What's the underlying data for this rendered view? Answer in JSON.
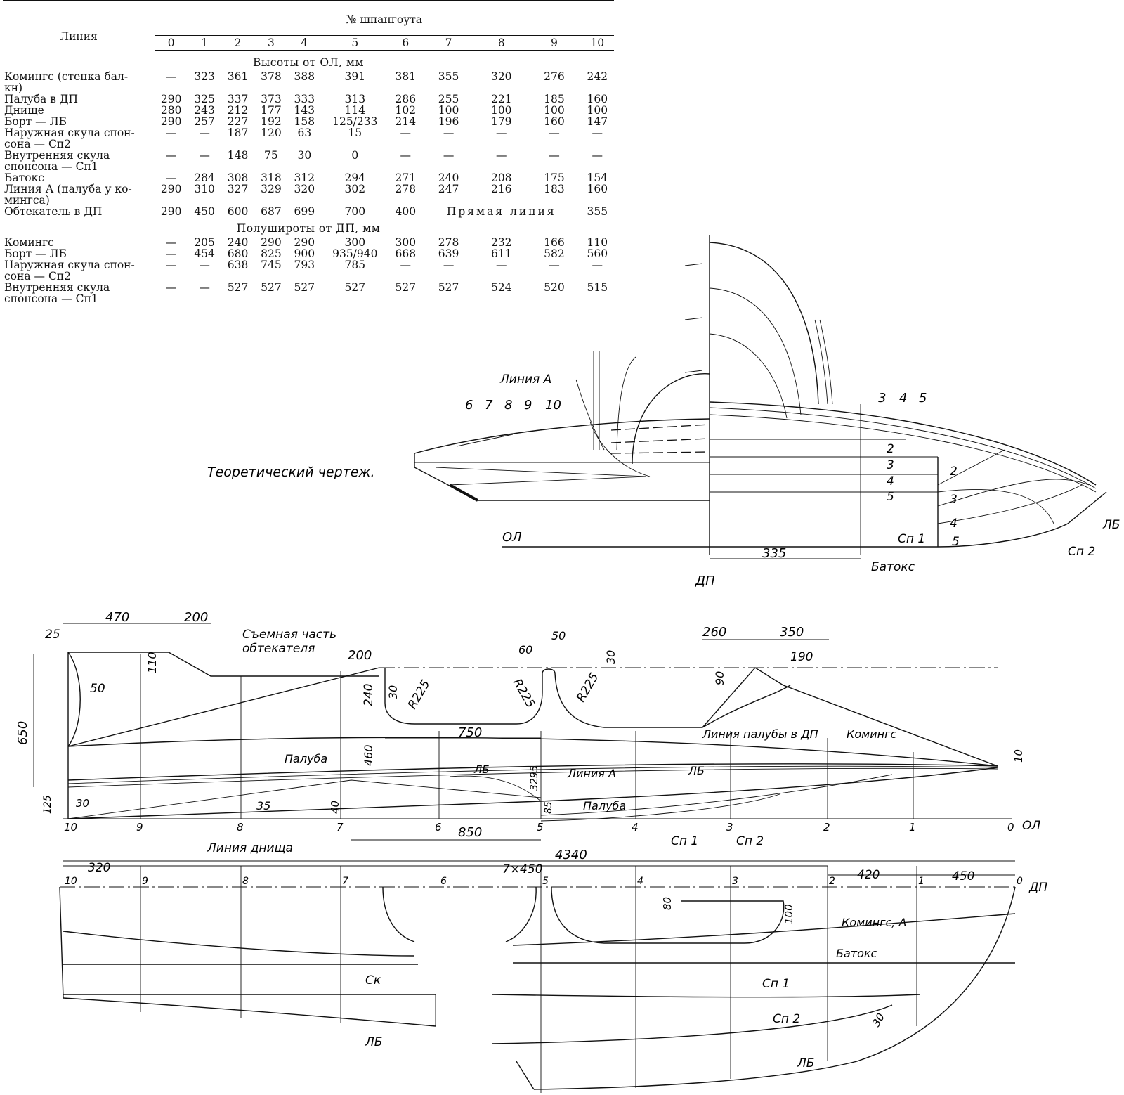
{
  "table": {
    "line_header": "Линия",
    "frame_header": "№ шпангоута",
    "frames": [
      "0",
      "1",
      "2",
      "3",
      "4",
      "5",
      "6",
      "7",
      "8",
      "9",
      "10"
    ],
    "section_heights": "Высоты от ОЛ, мм",
    "section_halfbreadths": "Полушироты от ДП, мм",
    "heights": [
      {
        "label": [
          "Комингс (стенка бал-",
          "кн)"
        ],
        "values": [
          "—",
          "323",
          "361",
          "378",
          "388",
          "391",
          "381",
          "355",
          "320",
          "276",
          "242"
        ]
      },
      {
        "label": [
          "Палуба в ДП"
        ],
        "values": [
          "290",
          "325",
          "337",
          "373",
          "333",
          "313",
          "286",
          "255",
          "221",
          "185",
          "160"
        ]
      },
      {
        "label": [
          "Днище"
        ],
        "values": [
          "280",
          "243",
          "212",
          "177",
          "143",
          "114",
          "102",
          "100",
          "100",
          "100",
          "100"
        ]
      },
      {
        "label": [
          "Борт — ЛБ"
        ],
        "values": [
          "290",
          "257",
          "227",
          "192",
          "158",
          "125/233",
          "214",
          "196",
          "179",
          "160",
          "147"
        ]
      },
      {
        "label": [
          "Наружная скула спон-",
          "сона — Сп2"
        ],
        "values": [
          "—",
          "—",
          "187",
          "120",
          "63",
          "15",
          "—",
          "—",
          "—",
          "—",
          "—"
        ]
      },
      {
        "label": [
          "Внутренняя скула",
          "спонсона — Сп1"
        ],
        "values": [
          "—",
          "—",
          "148",
          "75",
          "30",
          "0",
          "—",
          "—",
          "—",
          "—",
          "—"
        ]
      },
      {
        "label": [
          "Батокс"
        ],
        "values": [
          "—",
          "284",
          "308",
          "318",
          "312",
          "294",
          "271",
          "240",
          "208",
          "175",
          "154"
        ]
      },
      {
        "label": [
          "Линия А (палуба у ко-",
          "мингса)"
        ],
        "values": [
          "290",
          "310",
          "327",
          "329",
          "320",
          "302",
          "278",
          "247",
          "216",
          "183",
          "160"
        ]
      },
      {
        "label": [
          "Обтекатель в ДП"
        ],
        "values": [
          "290",
          "450",
          "600",
          "687",
          "699",
          "700",
          "400"
        ],
        "note": "Прямая линия",
        "last": "355"
      }
    ],
    "halfbreadths": [
      {
        "label": [
          "Комингс"
        ],
        "values": [
          "—",
          "205",
          "240",
          "290",
          "290",
          "300",
          "300",
          "278",
          "232",
          "166",
          "110"
        ]
      },
      {
        "label": [
          "Борт — ЛБ"
        ],
        "values": [
          "—",
          "454",
          "680",
          "825",
          "900",
          "935/940",
          "668",
          "639",
          "611",
          "582",
          "560"
        ]
      },
      {
        "label": [
          "Наружная скула спон-",
          "сона — Сп2"
        ],
        "values": [
          "—",
          "—",
          "638",
          "745",
          "793",
          "785",
          "—",
          "—",
          "—",
          "—",
          "—"
        ]
      },
      {
        "label": [
          "Внутренняя скула",
          "спонсона — Сп1"
        ],
        "values": [
          "—",
          "—",
          "527",
          "527",
          "527",
          "527",
          "527",
          "527",
          "524",
          "520",
          "515"
        ]
      }
    ]
  },
  "drawing": {
    "caption": "Теоретический чертеж.",
    "body_plan": {
      "linia_a": "Линия А",
      "stern_frames": [
        "6",
        "7",
        "8",
        "9",
        "10"
      ],
      "bow_frames_top": [
        "3",
        "4",
        "5"
      ],
      "waterlines_left": [
        "2",
        "3",
        "4",
        "5"
      ],
      "buttocks_right": [
        "2",
        "3",
        "4",
        "5"
      ],
      "ol": "ОЛ",
      "sp1": "Сп 1",
      "sp2": "Сп 2",
      "lb": "ЛБ",
      "dp": "ДП",
      "batoks": "Батокс",
      "dim_335": "335"
    },
    "profile": {
      "dims": [
        "25",
        "470",
        "200",
        "50",
        "110",
        "650",
        "200",
        "240",
        "30",
        "R225",
        "R225",
        "750",
        "60",
        "50",
        "30",
        "R225",
        "260",
        "350",
        "190",
        "90",
        "460",
        "3295",
        "30",
        "125",
        "35",
        "40",
        "85",
        "850",
        "10"
      ],
      "labels": {
        "removable": "Съемная часть",
        "fairing": "обтекателя",
        "deck_dp": "Линия палубы в ДП",
        "coaming": "Комингс",
        "deck": "Палуба",
        "lb1": "ЛБ",
        "linia_a": "Линия А",
        "lb2": "ЛБ",
        "deck2": "Палуба",
        "bottom": "Линия днища",
        "sp1": "Сп 1",
        "sp2": "Сп 2",
        "ol": "ОЛ"
      },
      "frames": [
        "10",
        "9",
        "8",
        "7",
        "6",
        "5",
        "4",
        "3",
        "2",
        "1",
        "0"
      ]
    },
    "plan": {
      "dims": [
        "4340",
        "320",
        "7×450",
        "420",
        "450",
        "80",
        "100",
        "30"
      ],
      "frames": [
        "10",
        "9",
        "8",
        "7",
        "6",
        "5",
        "4",
        "3",
        "2",
        "1",
        "0"
      ],
      "labels": {
        "dp": "ДП",
        "coaming_a": "Комингс, А",
        "batoks": "Батокс",
        "sk": "Ск",
        "sp1": "Сп 1",
        "sp2": "Сп 2",
        "lb1": "ЛБ",
        "lb2": "ЛБ"
      }
    }
  }
}
